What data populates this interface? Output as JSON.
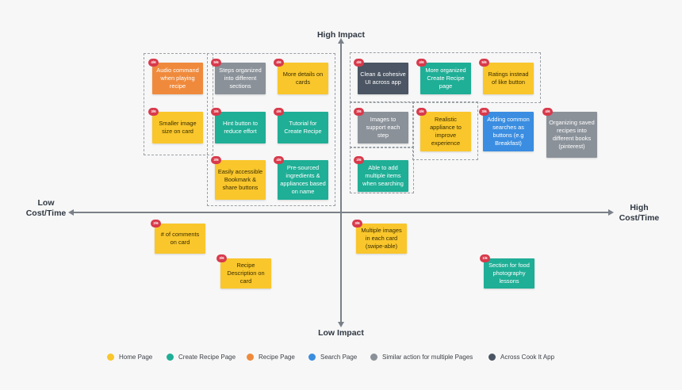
{
  "axes": {
    "top": "High Impact",
    "bottom": "Low Impact",
    "left_line1": "Low",
    "left_line2": "Cost/Time",
    "right_line1": "High",
    "right_line2": "Cost/Time"
  },
  "colors": {
    "home": "#f9c62c",
    "create": "#1fae96",
    "recipe": "#ef8a3c",
    "search": "#3a8de0",
    "multi": "#8a9199",
    "cook": "#4b5563",
    "badge": "#d83a4c"
  },
  "notes": [
    {
      "badge": "4/6",
      "text": "Audio command when playing recipe",
      "cat": "recipe"
    },
    {
      "badge": "5/6",
      "text": "Steps organized into different sections",
      "cat": "multi"
    },
    {
      "badge": "4/6",
      "text": "More details on cards",
      "cat": "home"
    },
    {
      "badge": "4/6",
      "text": "Clean & cohesive UI across app",
      "cat": "cook"
    },
    {
      "badge": "4/6",
      "text": "More organized Create Recipe page",
      "cat": "create"
    },
    {
      "badge": "5/6",
      "text": "Ratings instead of like button",
      "cat": "home"
    },
    {
      "badge": "3/6",
      "text": "Smaller image size on card",
      "cat": "home"
    },
    {
      "badge": "3/6",
      "text": "Hint button to reduce effort",
      "cat": "create"
    },
    {
      "badge": "4/6",
      "text": "Tutorial for Create Recipe",
      "cat": "create"
    },
    {
      "badge": "3/6",
      "text": "Images to support each step",
      "cat": "multi"
    },
    {
      "badge": "4/6",
      "text": "Realistic appliance to improve experience",
      "cat": "home"
    },
    {
      "badge": "3/6",
      "text": "Adding common searches as buttons (e.g Breakfast)",
      "cat": "search"
    },
    {
      "badge": "4/6",
      "text": "Organizing saved recipes into different books (pinterest)",
      "cat": "multi"
    },
    {
      "badge": "3/6",
      "text": "Easily accessible Bookmark & share buttons",
      "cat": "home"
    },
    {
      "badge": "4/6",
      "text": "Pre-sourced ingredients & appliances based on name",
      "cat": "create"
    },
    {
      "badge": "2/6",
      "text": "Able to add multiple items when searching",
      "cat": "create"
    },
    {
      "badge": "2/6",
      "text": "# of comments on card",
      "cat": "home"
    },
    {
      "badge": "3/6",
      "text": "Multiple images in each card (swipe-able)",
      "cat": "home"
    },
    {
      "badge": "3/6",
      "text": "Recipe Description on card",
      "cat": "home"
    },
    {
      "badge": "1/6",
      "text": "Section for food photography lessons",
      "cat": "create"
    }
  ],
  "legend": [
    {
      "label": "Home Page",
      "cat": "home"
    },
    {
      "label": "Create Recipe Page",
      "cat": "create"
    },
    {
      "label": "Recipe Page",
      "cat": "recipe"
    },
    {
      "label": "Search Page",
      "cat": "search"
    },
    {
      "label": "Similar action for multiple Pages",
      "cat": "multi"
    },
    {
      "label": "Across Cook It App",
      "cat": "cook"
    }
  ]
}
